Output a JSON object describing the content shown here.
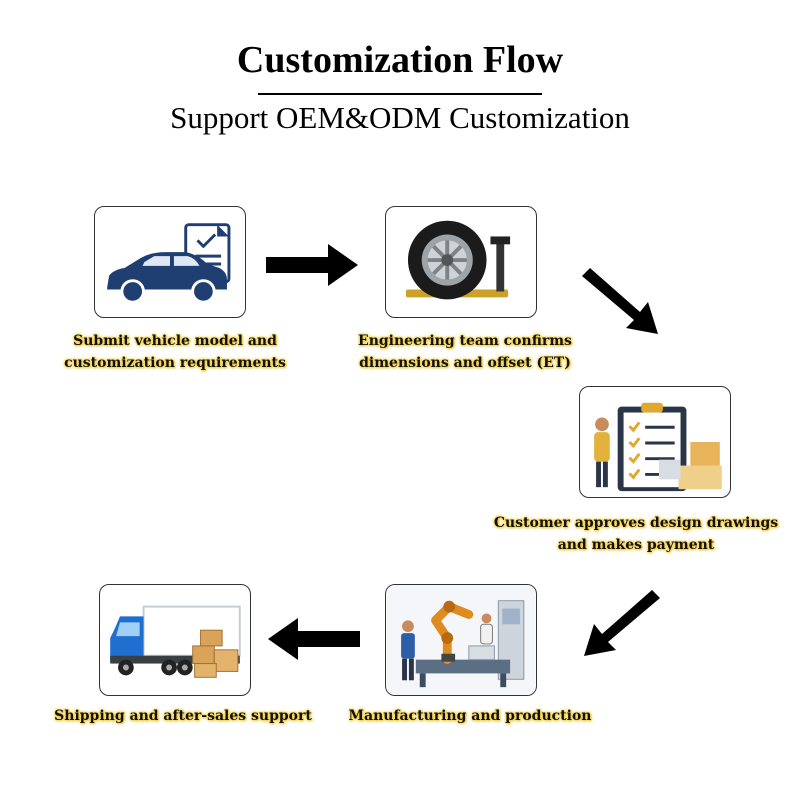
{
  "header": {
    "title": "Customization Flow",
    "subtitle": "Support OEM&ODM Customization"
  },
  "steps": [
    {
      "line1": "Submit vehicle model and",
      "line2": "customization requirements",
      "icon": "car-document-icon"
    },
    {
      "line1": "Engineering team confirms",
      "line2": "dimensions and offset (ET)",
      "icon": "wheel-jack-icon"
    },
    {
      "line1": "Customer approves design drawings",
      "line2": "and makes payment",
      "icon": "checklist-clipboard-icon"
    },
    {
      "line1": "Manufacturing and production",
      "line2": "",
      "icon": "factory-robot-icon"
    },
    {
      "line1": "Shipping and after-sales support",
      "line2": "",
      "icon": "delivery-truck-icon"
    }
  ],
  "colors": {
    "caption_glow": "#f6d34a",
    "car_blue": "#1f3f73",
    "arrow": "#000000"
  }
}
